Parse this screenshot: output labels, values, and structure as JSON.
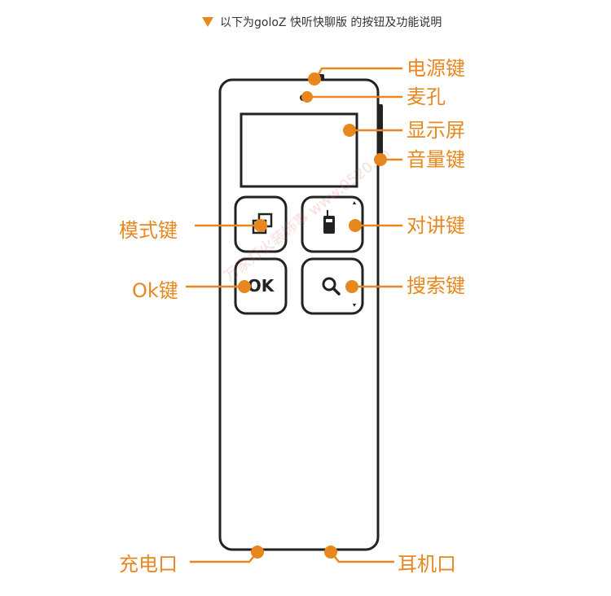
{
  "header": {
    "title": "以下为goloZ 快听快聊版 的按钮及功能说明",
    "marker_color": "#e8871e"
  },
  "labels": {
    "power": "电源键",
    "mic": "麦孔",
    "display": "显示屏",
    "volume": "音量键",
    "mode": "模式键",
    "talk": "对讲键",
    "ok": "Ok键",
    "search": "搜索键",
    "charge": "充电口",
    "earphone": "耳机口"
  },
  "device": {
    "ok_button_text": "OK"
  },
  "watermark": {
    "text": "万家灯火装饰事 www.0520.cn"
  },
  "colors": {
    "accent": "#e8871e",
    "outline": "#222222"
  }
}
